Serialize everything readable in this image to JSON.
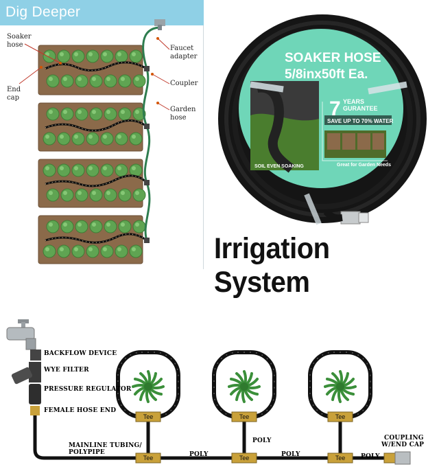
{
  "dig_deeper": {
    "title": "Dig Deeper",
    "labels": {
      "soaker_hose": "Soaker hose",
      "end_cap": "End cap",
      "faucet_adapter": "Faucet adapter",
      "coupler": "Coupler",
      "garden_hose": "Garden hose"
    }
  },
  "product": {
    "name": "SOAKER HOSE",
    "size": "5/8inx50ft Ea.",
    "years_number": "7",
    "years_text": "YEARS",
    "guarantee": "GURANTEE",
    "save_text": "SAVE UP TO 70% WATER",
    "soil_text": "SOIL EVEN SOAKING",
    "great_text": "Great for Garden Needs"
  },
  "headline": "Irrigation System",
  "system_diagram": {
    "labels": {
      "backflow": "BACKFLOW DEVICE",
      "wye_filter": "WYE FILTER",
      "pressure_regulator": "PRESSURE REGULATOR",
      "female_hose_end": "FEMALE HOSE END",
      "mainline_1": "MAINLINE TUBING/",
      "mainline_2": "POLYPIPE",
      "coupling_1": "COUPLING",
      "coupling_2": "W/END CAP",
      "poly": "POLY",
      "tee": "Tee"
    }
  },
  "colors": {
    "header_blue": "#8fd0e6",
    "bed_brown": "#8b6a4a",
    "plant_green": "#5fa452",
    "garden_hose_green": "#2e7d4f",
    "label_teal": "#6fd6b8",
    "brass": "#c9a13a"
  }
}
